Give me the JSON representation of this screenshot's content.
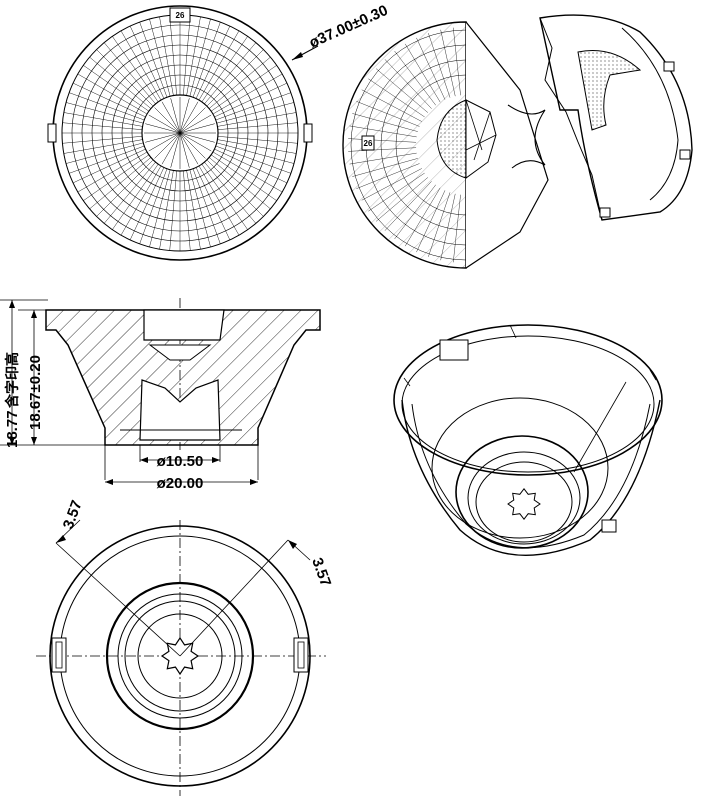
{
  "dimensions": {
    "outer_diameter": "ø37.00±0.30",
    "height_overall": "18.77",
    "height_overall_note": "含字印高",
    "height_body": "18.67±0.20",
    "inner_diameter_small": "ø10.50",
    "inner_diameter_large": "ø20.00",
    "offset_left": "3.57",
    "offset_right": "3.57"
  },
  "part_marks": {
    "top_view_tag": "26",
    "side_section_tag": "26"
  },
  "colors": {
    "line": "#000000",
    "background": "#ffffff",
    "hatch_fill": "#e8e8e8"
  }
}
